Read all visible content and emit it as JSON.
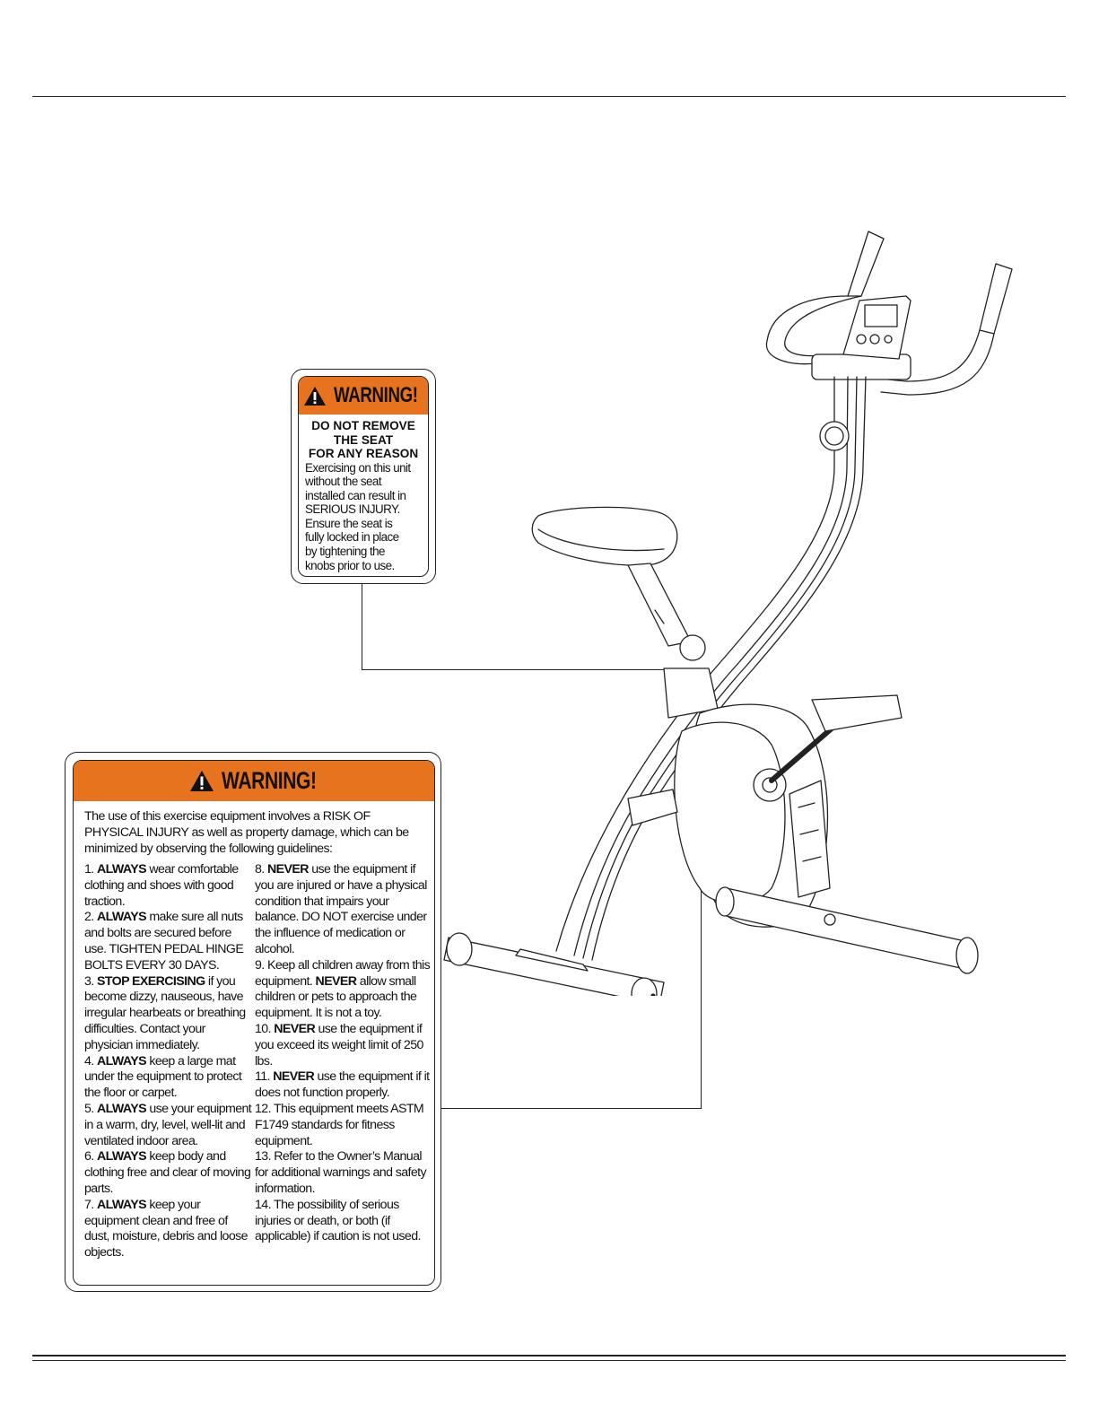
{
  "small_label": {
    "header": "WARNING!",
    "heading_lines": [
      "DO NOT REMOVE",
      "THE SEAT",
      "FOR ANY REASON"
    ],
    "body_lines": [
      "Exercising on this unit",
      "without the seat",
      "installed can result in",
      "SERIOUS INJURY.",
      "Ensure the seat is",
      "fully locked in place",
      "by tightening the",
      "knobs prior to use."
    ]
  },
  "large_label": {
    "header": "WARNING!",
    "intro": "The use of this exercise equipment involves a RISK OF PHYSICAL INJURY  as well as property damage, which can be minimized by observing the following guidelines:",
    "left_items": [
      {
        "num": "1. ",
        "strong": "ALWAYS",
        "text": " wear comfortable clothing and shoes with good traction."
      },
      {
        "num": "2. ",
        "strong": "ALWAYS",
        "text": " make sure all nuts and bolts are secured before use. TIGHTEN PEDAL HINGE BOLTS EVERY 30 DAYS."
      },
      {
        "num": "3. ",
        "strong": "STOP EXERCISING",
        "text": "  if you become dizzy, nauseous, have irregular hearbeats or breathing difficulties. Contact your physician immediately."
      },
      {
        "num": "4. ",
        "strong": "ALWAYS",
        "text": " keep a large mat under the equipment to protect the floor or carpet."
      },
      {
        "num": "5. ",
        "strong": "ALWAYS",
        "text": " use your equipment in a warm, dry, level, well-lit and ventilated indoor area."
      },
      {
        "num": "6. ",
        "strong": "ALWAYS",
        "text": " keep body and clothing free and clear of moving parts."
      },
      {
        "num": "7. ",
        "strong": "ALWAYS",
        "text": " keep your equipment clean and free of dust, moisture, debris and loose objects."
      }
    ],
    "right_items": [
      {
        "num": "8. ",
        "strong": "NEVER",
        "text": " use the equipment if you are injured or have a physical condition that impairs your balance. DO NOT exercise under the influence of medication or alcohol."
      },
      {
        "num": "9. Keep all children away from this equipment. ",
        "strong": "NEVER",
        "text": " allow small children or pets to approach the equipment. It is not a toy."
      },
      {
        "num": "10. ",
        "strong": "NEVER",
        "text": " use the equipment if you exceed its weight limit of 250 lbs."
      },
      {
        "num": "11. ",
        "strong": "NEVER",
        "text": " use the equipment if it does not function properly."
      },
      {
        "num": "12. This equipment meets ASTM F1749 standards for fitness equipment.",
        "strong": "",
        "text": ""
      },
      {
        "num": "13. Refer to the Owner’s Manual for additional warnings and safety information.",
        "strong": "",
        "text": ""
      },
      {
        "num": "14. The possibility of serious injuries or death, or both (if applicable) if caution is not used.",
        "strong": "",
        "text": ""
      }
    ]
  },
  "colors": {
    "warning_orange": "#e8731f",
    "line": "#222222"
  },
  "icons": [
    "warning-triangle-icon",
    "exercise-bike-illustration"
  ]
}
